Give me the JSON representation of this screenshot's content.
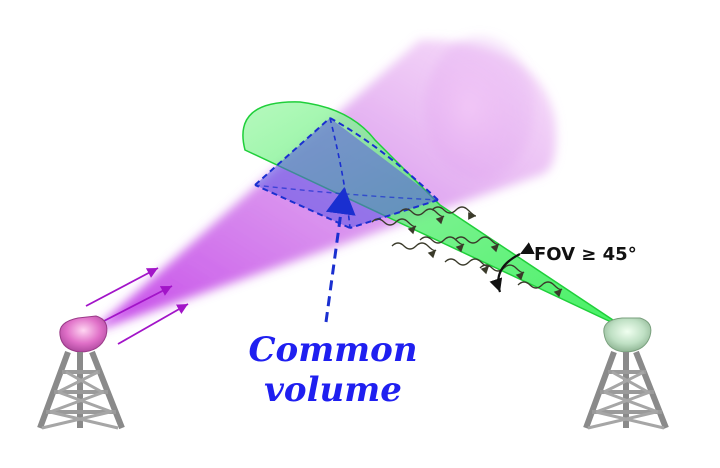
{
  "diagram": {
    "common_volume_label_line1": "Common",
    "common_volume_label_line2": "volume",
    "fov_label": "FOV ≥ 45°"
  },
  "colors": {
    "transmit_beam": "#c060e8",
    "receive_cone": "#2ee84a",
    "common_volume_outline": "#1a2fd0",
    "label_blue": "#1f1ff0"
  },
  "icons": [
    "transmitter-tower-icon",
    "receiver-tower-icon"
  ]
}
